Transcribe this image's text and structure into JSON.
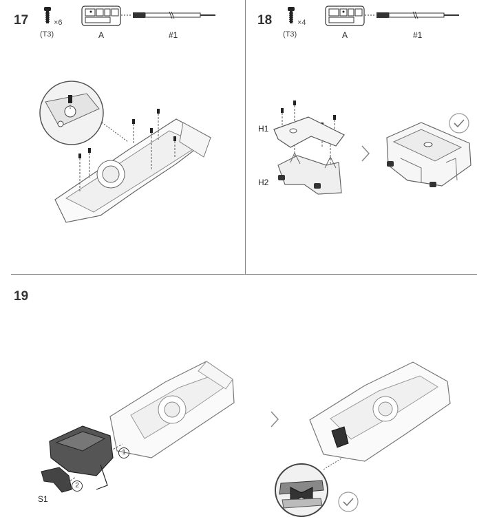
{
  "step17": {
    "number": "17",
    "screw_qty": "×6",
    "screw_type": "(T3)",
    "tool_a_label": "A",
    "tool_b_label": "#1"
  },
  "step18": {
    "number": "18",
    "screw_qty": "×4",
    "screw_type": "(T3)",
    "tool_a_label": "A",
    "tool_b_label": "#1",
    "part_h1": "H1",
    "part_h2": "H2"
  },
  "step19": {
    "number": "19",
    "part_s1": "S1",
    "callout_1": "1",
    "callout_2": "2"
  },
  "icons": [
    "screw-icon",
    "tool-case-icon",
    "screwdriver-icon",
    "check-icon",
    "chevron-right-icon"
  ]
}
